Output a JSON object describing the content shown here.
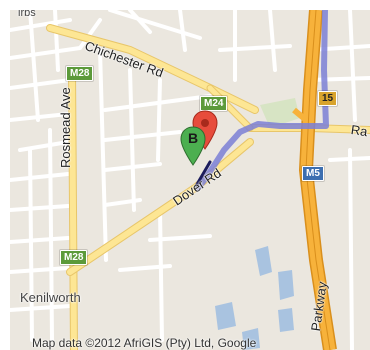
{
  "map": {
    "colors": {
      "land": "#ebe7df",
      "street": "#ffffff",
      "arterial": "#fde694",
      "arterial_edge": "#e8c66a",
      "highway": "#f7b23b",
      "highway_edge": "#d98f1c",
      "water": "#a9c3e0",
      "park": "#cfe3b8",
      "route": "#7b7fd6",
      "marker_a": "#e74c3c",
      "marker_b": "#4caf50"
    },
    "top_label": "irbs",
    "roads": {
      "chichester": "Chichester Rd",
      "rosmead": "Rosmead Ave",
      "dover": "Dover Rd",
      "ra": "Ra",
      "parkway": "Parkway"
    },
    "places": {
      "kenilworth": "Kenilworth"
    },
    "shields": {
      "m28_top": "M28",
      "m28_bottom": "M28",
      "m24": "M24",
      "m5": "M5",
      "n15": "15"
    },
    "markers": {
      "a": {
        "letter": "",
        "icon": "marker-red-icon"
      },
      "b": {
        "letter": "B",
        "icon": "marker-green-icon"
      }
    },
    "attribution": "Map data ©2012 AfriGIS (Pty) Ltd, Google"
  }
}
